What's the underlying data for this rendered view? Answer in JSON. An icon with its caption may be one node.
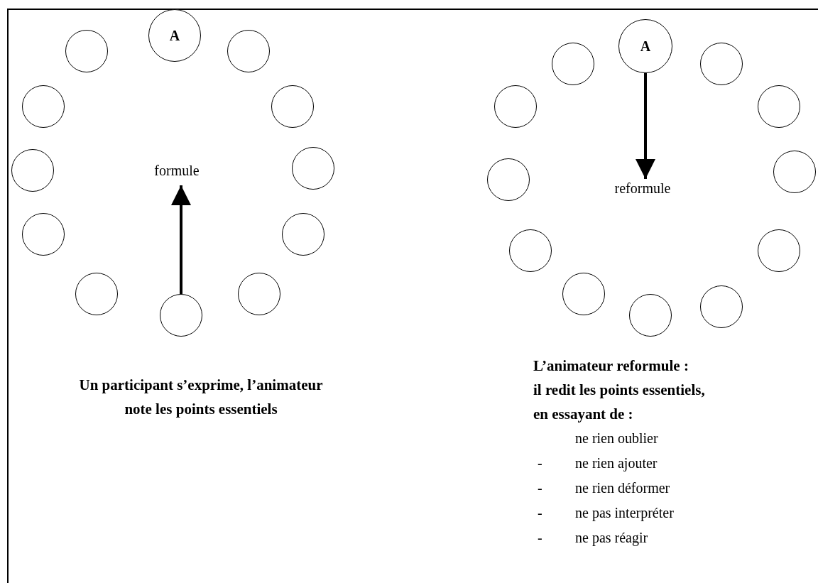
{
  "diagram": {
    "nodes": [
      {
        "text": [
          "A"
        ]
      },
      {
        "text": [],
        "shape": "circle"
      },
      {
        "text": [],
        "shape": "circle"
      },
      {
        "text": [],
        "shape": "circle"
      },
      {
        "text": [],
        "shape": "circle"
      },
      {
        "text": [],
        "shape": "circle"
      },
      {
        "text": [],
        "shape": "circle"
      },
      {
        "text": [],
        "shape": "circle"
      },
      {
        "text": [],
        "shape": "circle"
      },
      {
        "text": [],
        "shape": "circle"
      },
      {
        "text": [],
        "shape": "circle"
      },
      {
        "text": [],
        "shape": "circle"
      },
      {
        "text": [
          "formule"
        ]
      },
      {
        "text": [
          "A"
        ]
      },
      {
        "text": [],
        "shape": "circle"
      },
      {
        "text": [],
        "shape": "circle"
      },
      {
        "text": [],
        "shape": "circle"
      },
      {
        "text": [],
        "shape": "circle"
      },
      {
        "text": [],
        "shape": "circle"
      },
      {
        "text": [],
        "shape": "circle"
      },
      {
        "text": [],
        "shape": "circle"
      },
      {
        "text": [],
        "shape": "circle"
      },
      {
        "text": [],
        "shape": "circle"
      },
      {
        "text": [],
        "shape": "circle"
      },
      {
        "text": [],
        "shape": "circle"
      },
      {
        "text": [
          "reformule"
        ]
      }
    ],
    "edges": [
      {
        "from": 11,
        "to": 12,
        "arrow": "to"
      },
      {
        "from": 13,
        "to": 25,
        "arrow": "to"
      }
    ],
    "labels": [
      "Un participant s’exprime, l’animateur note les points essentiels",
      "L’animateur reformule :",
      "il redit les points essentiels,",
      "en essayant de :",
      "ne rien oublier",
      "-",
      "ne rien ajouter",
      "-",
      "ne rien déformer",
      "-",
      "ne pas interpréter",
      "-",
      "ne pas réagir"
    ]
  }
}
